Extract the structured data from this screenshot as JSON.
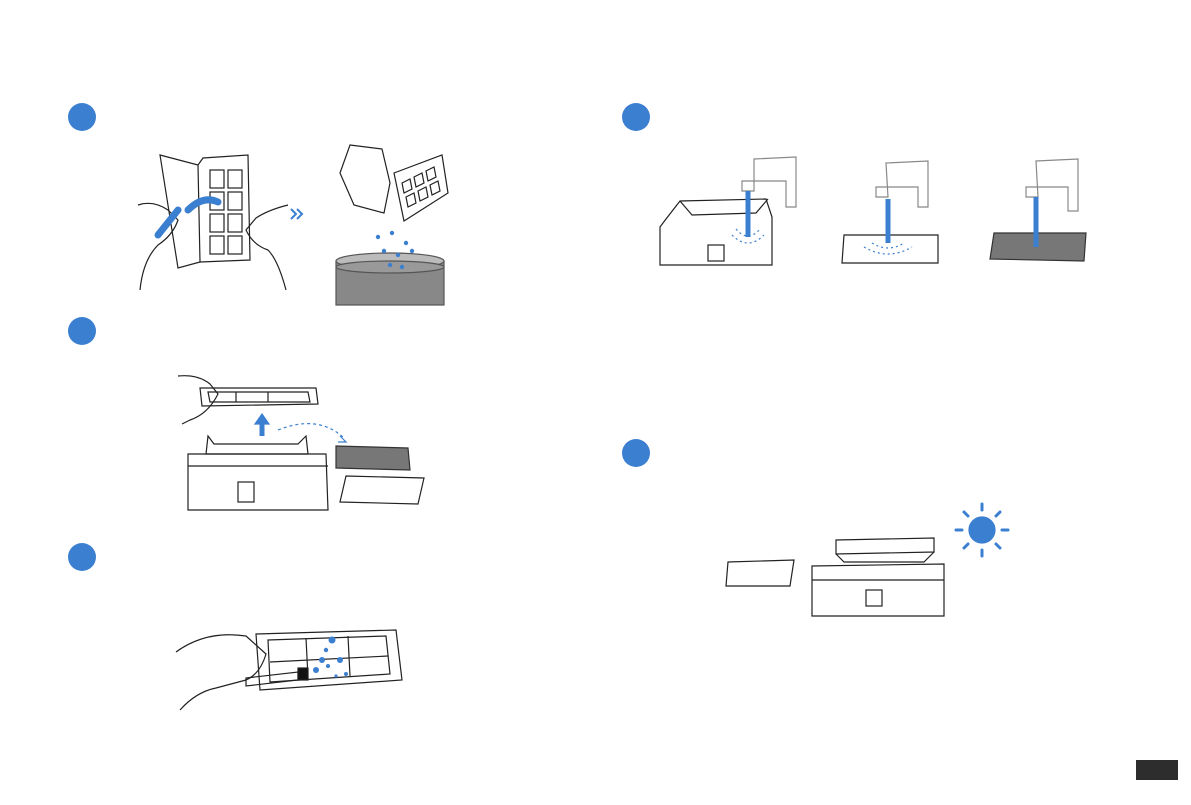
{
  "page": {
    "background": "#ffffff",
    "accent_color": "#3b7fd0",
    "line_color": "#222222",
    "tab_color": "#2d2d2d"
  },
  "steps": [
    {
      "id": "left-1",
      "icon": "open-filter-and-tap-dust"
    },
    {
      "id": "left-2",
      "icon": "remove-filter-and-sponge"
    },
    {
      "id": "left-3",
      "icon": "brush-clean-filter"
    },
    {
      "id": "right-1",
      "icon": "rinse-parts-under-tap"
    },
    {
      "id": "right-2",
      "icon": "air-dry-in-sun"
    }
  ]
}
